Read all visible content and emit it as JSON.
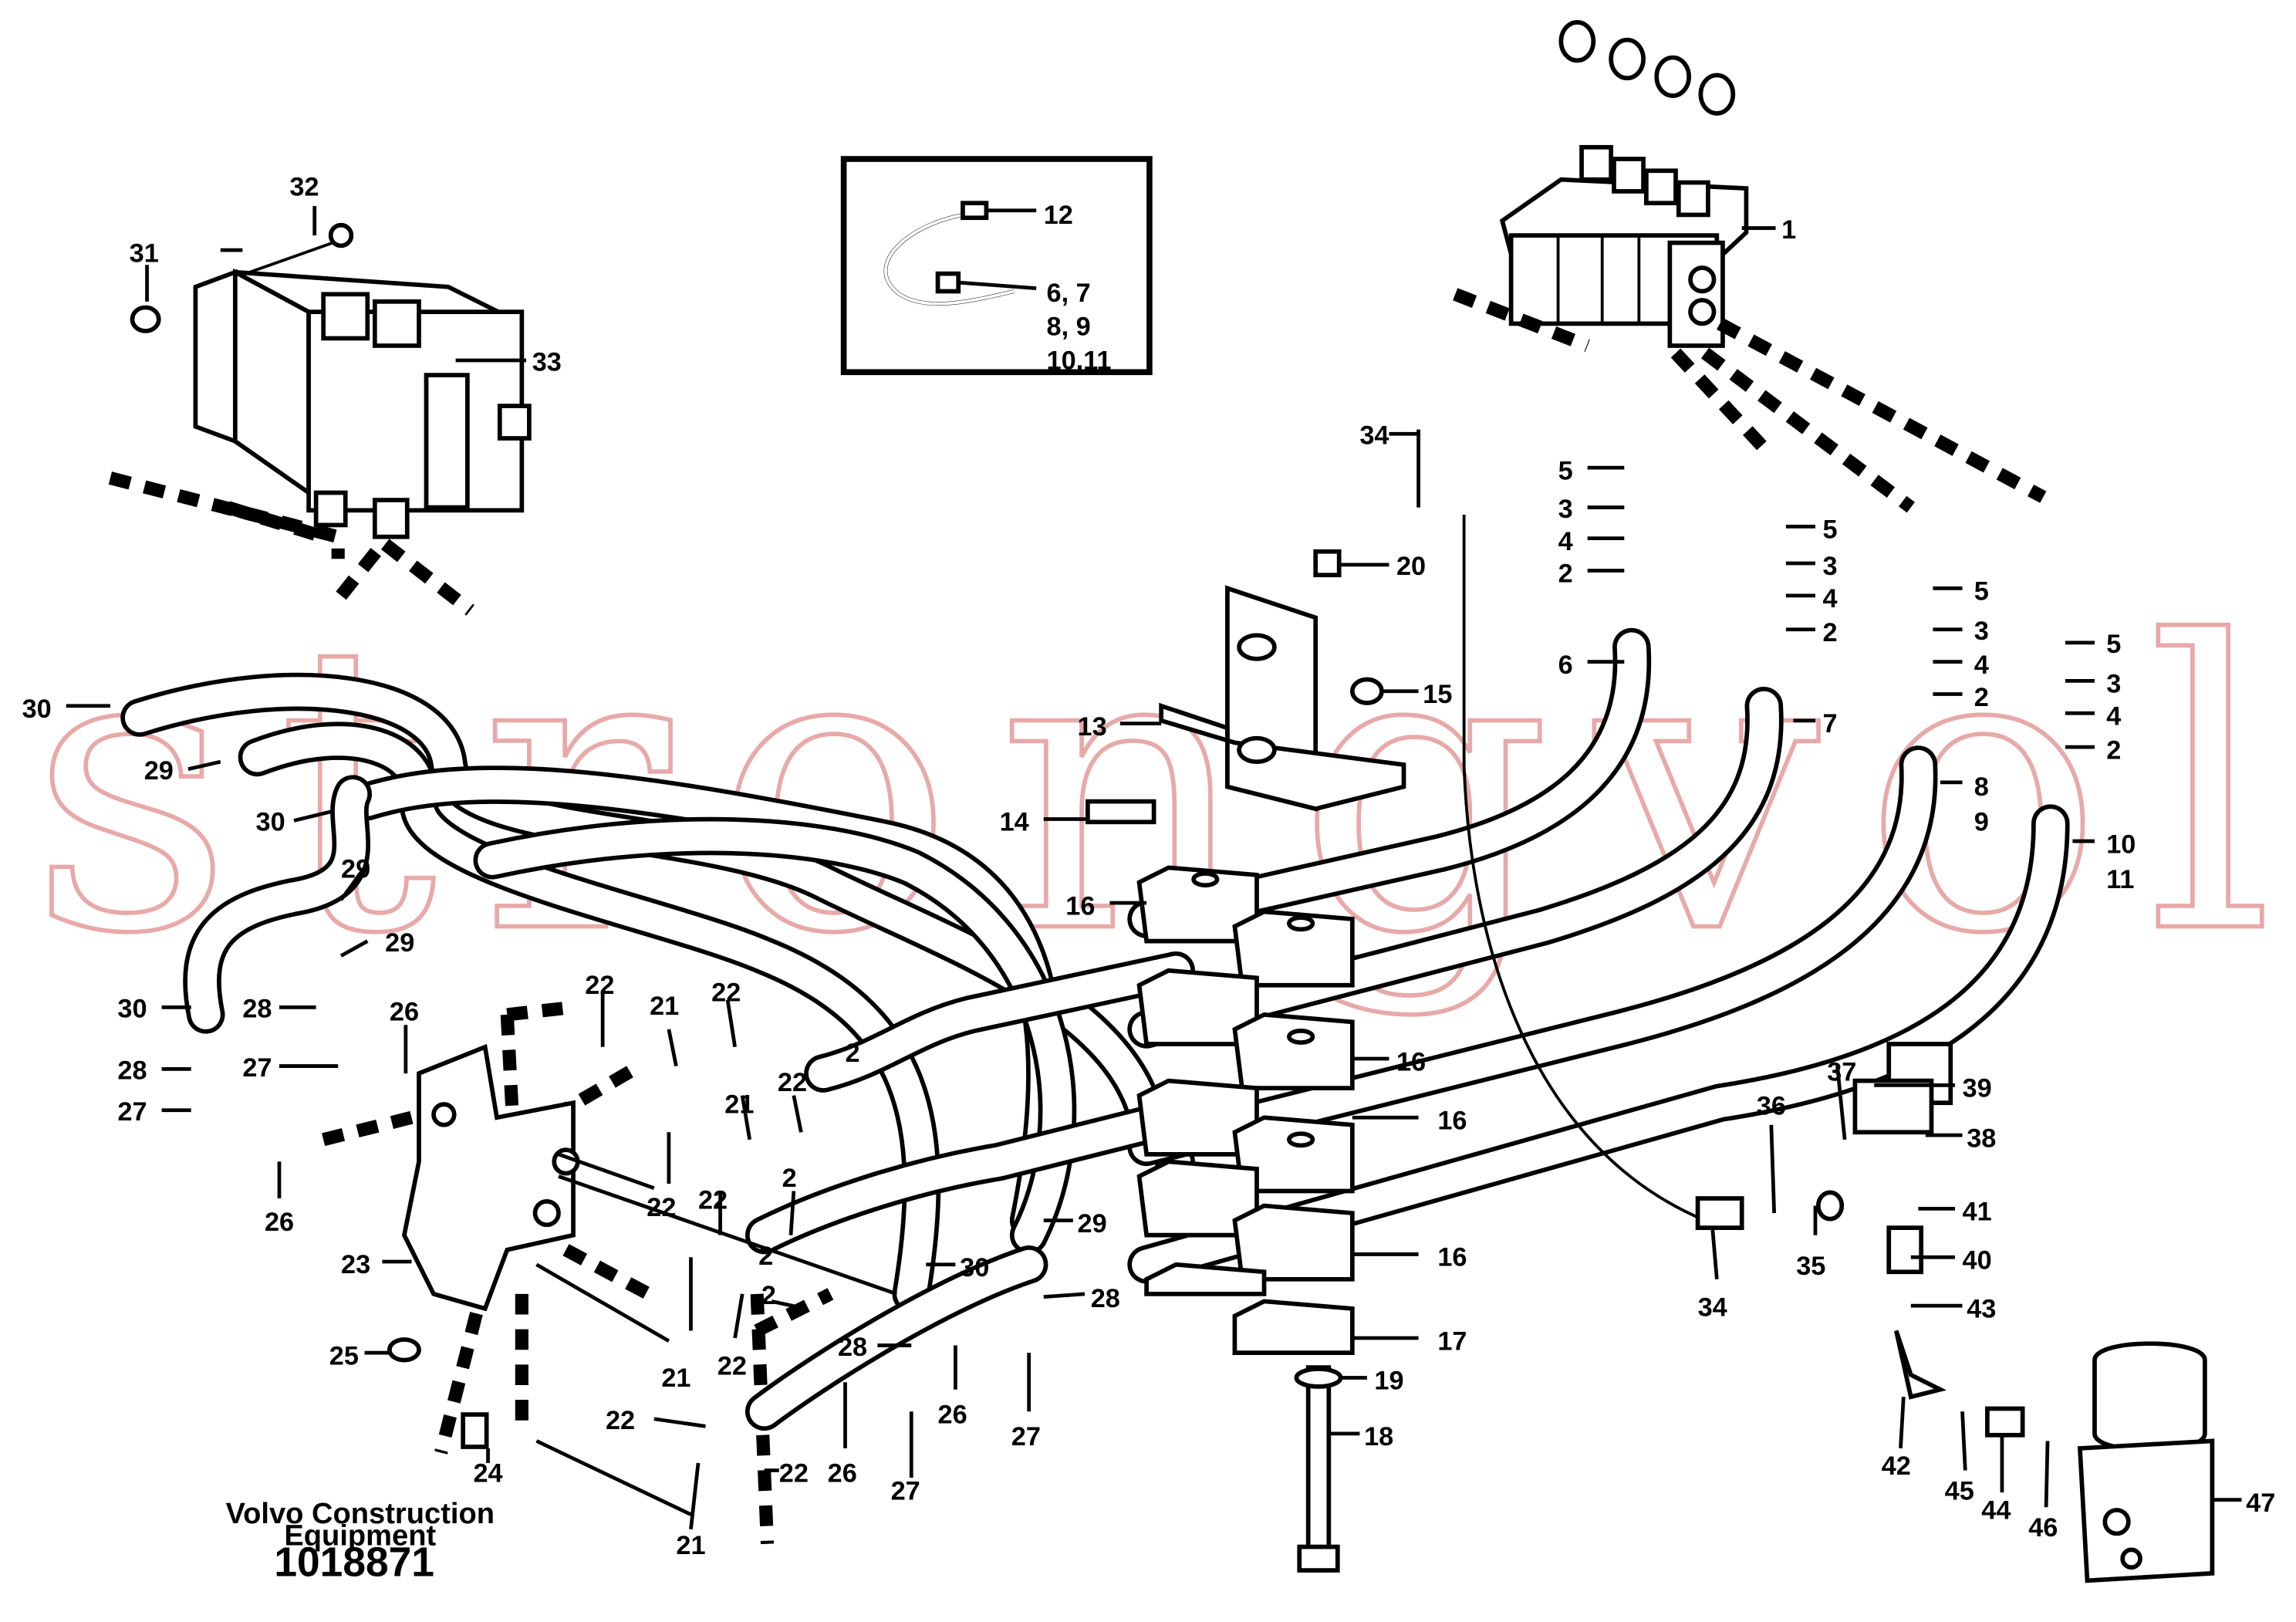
{
  "watermark": "strongvolvo.com",
  "footer": {
    "line1": "Volvo Construction",
    "line2": "Equipment",
    "code": "1018871"
  },
  "inset": {
    "label_12": "12",
    "label_tie_1": "6, 7",
    "label_tie_2": "8, 9",
    "label_tie_3": "10,11"
  },
  "callouts": [
    {
      "id": "c1",
      "text": "1"
    },
    {
      "id": "c2a",
      "text": "2"
    },
    {
      "id": "c2b",
      "text": "2"
    },
    {
      "id": "c2c",
      "text": "2"
    },
    {
      "id": "c2d",
      "text": "2"
    },
    {
      "id": "c2e",
      "text": "2"
    },
    {
      "id": "c2f",
      "text": "2"
    },
    {
      "id": "c2g",
      "text": "2"
    },
    {
      "id": "c2h",
      "text": "2"
    },
    {
      "id": "c3a",
      "text": "3"
    },
    {
      "id": "c3b",
      "text": "3"
    },
    {
      "id": "c3c",
      "text": "3"
    },
    {
      "id": "c3d",
      "text": "3"
    },
    {
      "id": "c4a",
      "text": "4"
    },
    {
      "id": "c4b",
      "text": "4"
    },
    {
      "id": "c4c",
      "text": "4"
    },
    {
      "id": "c4d",
      "text": "4"
    },
    {
      "id": "c5a",
      "text": "5"
    },
    {
      "id": "c5b",
      "text": "5"
    },
    {
      "id": "c5c",
      "text": "5"
    },
    {
      "id": "c5d",
      "text": "5"
    },
    {
      "id": "c6",
      "text": "6"
    },
    {
      "id": "c7",
      "text": "7"
    },
    {
      "id": "c8",
      "text": "8"
    },
    {
      "id": "c9",
      "text": "9"
    },
    {
      "id": "c10",
      "text": "10"
    },
    {
      "id": "c11",
      "text": "11"
    },
    {
      "id": "c13",
      "text": "13"
    },
    {
      "id": "c14",
      "text": "14"
    },
    {
      "id": "c15",
      "text": "15"
    },
    {
      "id": "c16a",
      "text": "16"
    },
    {
      "id": "c16b",
      "text": "16"
    },
    {
      "id": "c16c",
      "text": "16"
    },
    {
      "id": "c16d",
      "text": "16"
    },
    {
      "id": "c17",
      "text": "17"
    },
    {
      "id": "c18",
      "text": "18"
    },
    {
      "id": "c19",
      "text": "19"
    },
    {
      "id": "c20",
      "text": "20"
    },
    {
      "id": "c21a",
      "text": "21"
    },
    {
      "id": "c21b",
      "text": "21"
    },
    {
      "id": "c21c",
      "text": "21"
    },
    {
      "id": "c21d",
      "text": "21"
    },
    {
      "id": "c22a",
      "text": "22"
    },
    {
      "id": "c22b",
      "text": "22"
    },
    {
      "id": "c22c",
      "text": "22"
    },
    {
      "id": "c22d",
      "text": "22"
    },
    {
      "id": "c22e",
      "text": "22"
    },
    {
      "id": "c22f",
      "text": "22"
    },
    {
      "id": "c22g",
      "text": "22"
    },
    {
      "id": "c22h",
      "text": "22"
    },
    {
      "id": "c23",
      "text": "23"
    },
    {
      "id": "c24",
      "text": "24"
    },
    {
      "id": "c25",
      "text": "25"
    },
    {
      "id": "c26a",
      "text": "26"
    },
    {
      "id": "c26b",
      "text": "26"
    },
    {
      "id": "c26c",
      "text": "26"
    },
    {
      "id": "c26d",
      "text": "26"
    },
    {
      "id": "c27a",
      "text": "27"
    },
    {
      "id": "c27b",
      "text": "27"
    },
    {
      "id": "c27c",
      "text": "27"
    },
    {
      "id": "c27d",
      "text": "27"
    },
    {
      "id": "c28a",
      "text": "28"
    },
    {
      "id": "c28b",
      "text": "28"
    },
    {
      "id": "c28c",
      "text": "28"
    },
    {
      "id": "c28d",
      "text": "28"
    },
    {
      "id": "c29a",
      "text": "29"
    },
    {
      "id": "c29b",
      "text": "29"
    },
    {
      "id": "c29c",
      "text": "29"
    },
    {
      "id": "c29d",
      "text": "29"
    },
    {
      "id": "c30a",
      "text": "30"
    },
    {
      "id": "c30b",
      "text": "30"
    },
    {
      "id": "c30c",
      "text": "30"
    },
    {
      "id": "c30d",
      "text": "30"
    },
    {
      "id": "c31",
      "text": "31"
    },
    {
      "id": "c32",
      "text": "32"
    },
    {
      "id": "c33",
      "text": "33"
    },
    {
      "id": "c34a",
      "text": "34"
    },
    {
      "id": "c34b",
      "text": "34"
    },
    {
      "id": "c35",
      "text": "35"
    },
    {
      "id": "c36",
      "text": "36"
    },
    {
      "id": "c37",
      "text": "37"
    },
    {
      "id": "c38",
      "text": "38"
    },
    {
      "id": "c39",
      "text": "39"
    },
    {
      "id": "c40",
      "text": "40"
    },
    {
      "id": "c41",
      "text": "41"
    },
    {
      "id": "c42",
      "text": "42"
    },
    {
      "id": "c43",
      "text": "43"
    },
    {
      "id": "c44",
      "text": "44"
    },
    {
      "id": "c45",
      "text": "45"
    },
    {
      "id": "c46",
      "text": "46"
    },
    {
      "id": "c47",
      "text": "47"
    }
  ]
}
